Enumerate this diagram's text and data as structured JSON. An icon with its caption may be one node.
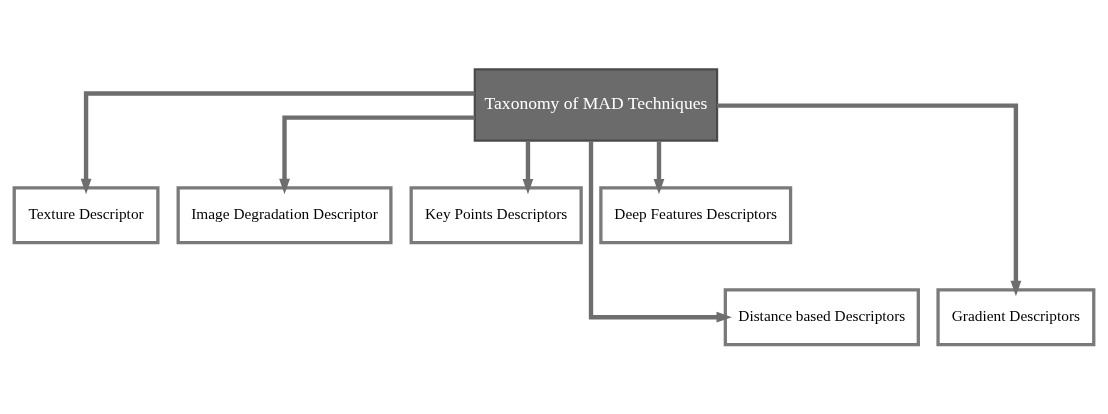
{
  "diagram": {
    "nodes": [
      {
        "text": [
          "Taxonomy of MAD Techniques"
        ]
      },
      {
        "text": [
          "Texture Descriptor"
        ]
      },
      {
        "text": [
          "Image Degradation Descriptor"
        ]
      },
      {
        "text": [
          "Key Points Descriptors"
        ]
      },
      {
        "text": [
          "Deep Features Descriptors"
        ]
      },
      {
        "text": [
          "Distance based Descriptors"
        ]
      },
      {
        "text": [
          "Gradient Descriptors"
        ]
      }
    ],
    "edges": [
      {
        "from": 0,
        "to": 1,
        "arrow": "to"
      },
      {
        "from": 0,
        "to": 2,
        "arrow": "to"
      },
      {
        "from": 0,
        "to": 3,
        "arrow": "to"
      },
      {
        "from": 0,
        "to": 4,
        "arrow": "to"
      },
      {
        "from": 0,
        "to": 5,
        "arrow": "to"
      },
      {
        "from": 0,
        "to": 6,
        "arrow": "to"
      }
    ]
  }
}
